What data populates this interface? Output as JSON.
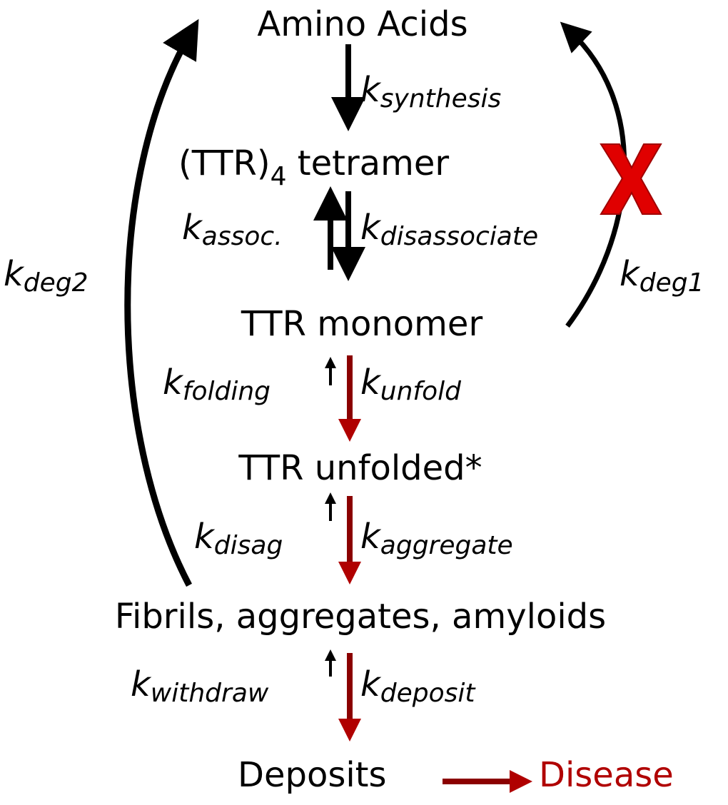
{
  "nodes": {
    "amino_acids": "Amino Acids",
    "tetramer_prefix": "(TTR)",
    "tetramer_sub": "4",
    "tetramer_suffix": " tetramer",
    "monomer": "TTR monomer",
    "unfolded": "TTR unfolded*",
    "fibrils": "Fibrils, aggregates, amyloids",
    "deposits": "Deposits",
    "disease": "Disease"
  },
  "rates": {
    "k": "k",
    "synthesis": "synthesis",
    "assoc": "assoc.",
    "disassociate": "disassociate",
    "folding": "folding",
    "unfold": "unfold",
    "disag": "disag",
    "aggregate": "aggregate",
    "withdraw": "withdraw",
    "deposit": "deposit",
    "deg1": "deg1",
    "deg2": "deg2"
  },
  "colors": {
    "black": "#000000",
    "pathogenic_arrow": "#8b0000",
    "disease_text": "#b00000",
    "blocked_x": "#e00000"
  }
}
